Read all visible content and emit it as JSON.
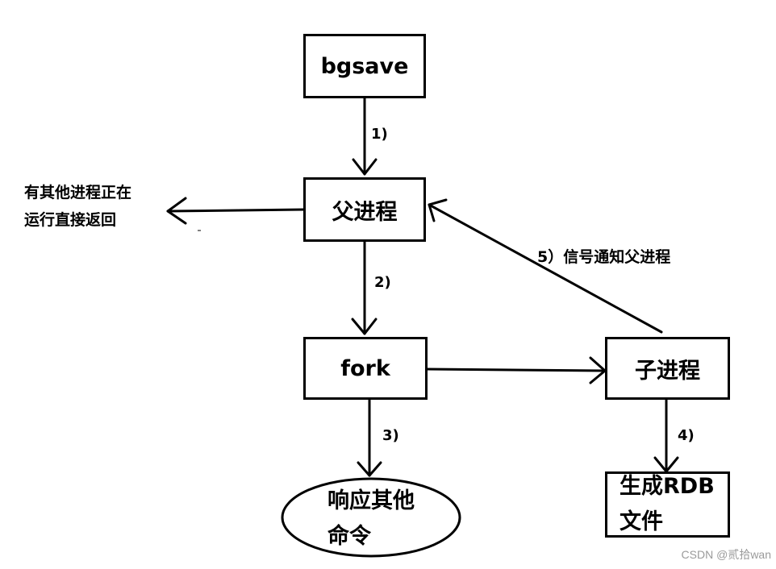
{
  "nodes": {
    "bgsave": "bgsave",
    "parent": "父进程",
    "fork": "fork",
    "child": "子进程",
    "respond_line1": "响应其他",
    "respond_line2": "命令",
    "rdb_line1": "生成RDB",
    "rdb_line2": "文件"
  },
  "side_note": {
    "line1": "有其他进程正在",
    "line2": "运行直接返回"
  },
  "edges": {
    "e1": "1)",
    "e2": "2)",
    "e3": "3)",
    "e4": "4)",
    "e5": "5）信号通知父进程"
  },
  "watermark": "CSDN @贰拾wan"
}
